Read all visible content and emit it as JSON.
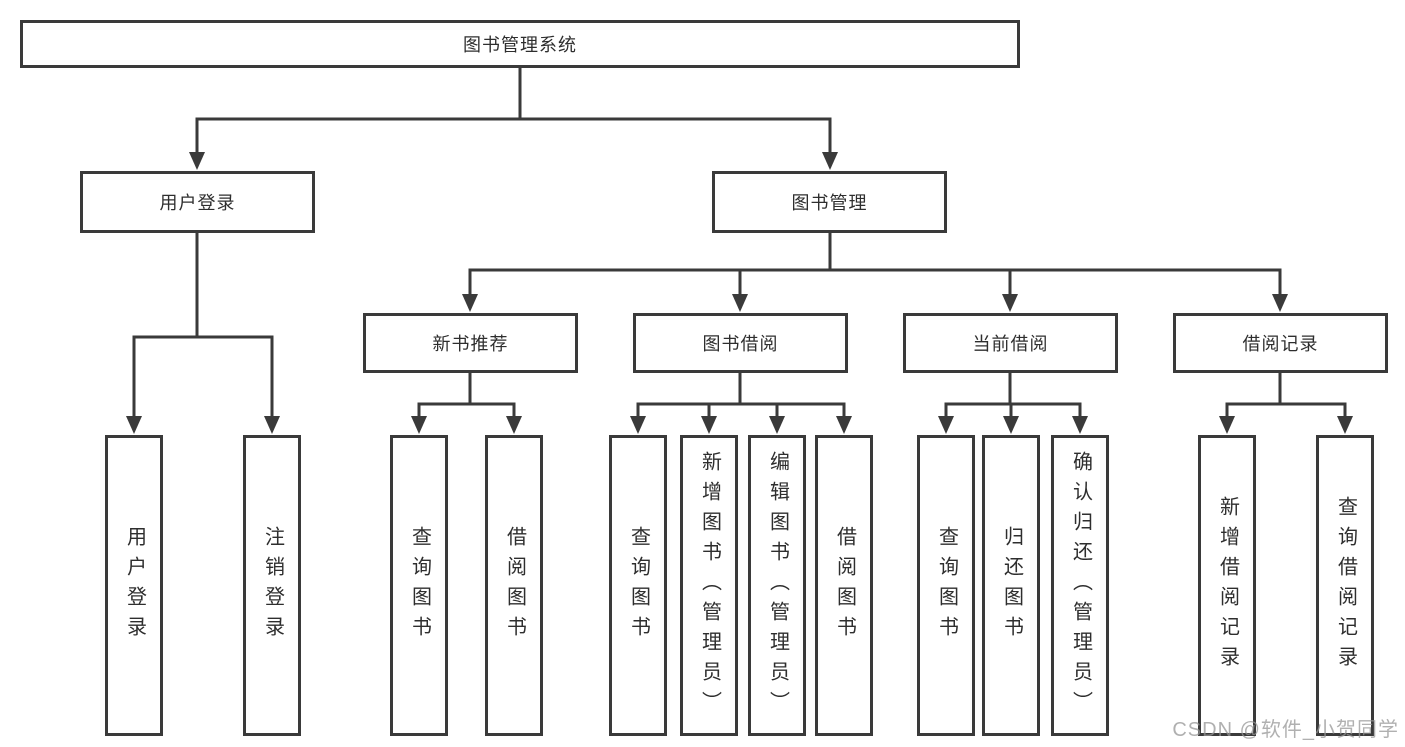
{
  "diagram": {
    "root": {
      "label": "图书管理系统"
    },
    "branches": [
      {
        "label": "用户登录",
        "children": [
          {
            "label": "用户登录"
          },
          {
            "label": "注销登录"
          }
        ]
      },
      {
        "label": "图书管理",
        "children": [
          {
            "label": "新书推荐",
            "children": [
              {
                "label": "查询图书"
              },
              {
                "label": "借阅图书"
              }
            ]
          },
          {
            "label": "图书借阅",
            "children": [
              {
                "label": "查询图书"
              },
              {
                "label": "新增图书（管理员）"
              },
              {
                "label": "编辑图书（管理员）"
              },
              {
                "label": "借阅图书"
              }
            ]
          },
          {
            "label": "当前借阅",
            "children": [
              {
                "label": "查询图书"
              },
              {
                "label": "归还图书"
              },
              {
                "label": "确认归还（管理员）"
              }
            ]
          },
          {
            "label": "借阅记录",
            "children": [
              {
                "label": "新增借阅记录"
              },
              {
                "label": "查询借阅记录"
              }
            ]
          }
        ]
      }
    ]
  },
  "watermark": "CSDN @软件_小贺同学",
  "colors": {
    "line": "#3a3a3a",
    "box_border": "#3a3a3a",
    "text": "#2e2e2e",
    "watermark": "#969696",
    "background": "#ffffff"
  }
}
